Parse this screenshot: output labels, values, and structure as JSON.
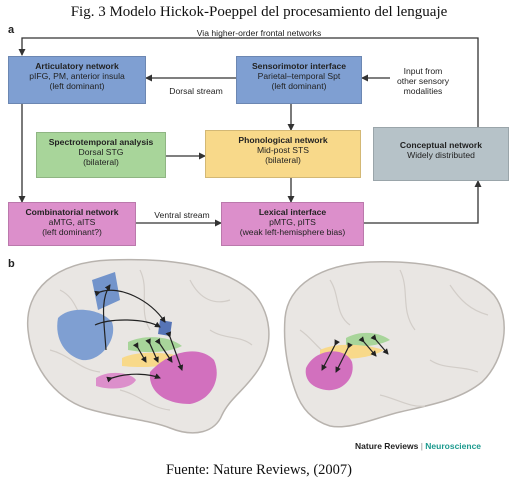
{
  "caption": {
    "title": "Fig. 3 Modelo Hickok-Poeppel del procesamiento del lenguaje",
    "source": "Fuente: Nature Reviews, (2007)"
  },
  "panel_a": {
    "letter": "a",
    "top_label": "Via higher-order frontal networks",
    "dorsal_label": "Dorsal stream",
    "ventral_label": "Ventral stream",
    "input_note": [
      "Input from",
      "other sensory",
      "modalities"
    ],
    "boxes": {
      "articulatory": {
        "title": "Articulatory network",
        "lines": [
          "pIFG, PM, anterior insula",
          "(left dominant)"
        ],
        "color": "#7f9fd2"
      },
      "sensorimotor": {
        "title": "Sensorimotor interface",
        "lines": [
          "Parietal–temporal Spt",
          "(left dominant)"
        ],
        "color": "#7f9fd2"
      },
      "spectrotemporal": {
        "title": "Spectrotemporal analysis",
        "lines": [
          "Dorsal STG",
          "(bilateral)"
        ],
        "color": "#a8d59a"
      },
      "phonological": {
        "title": "Phonological network",
        "lines": [
          "Mid-post STS",
          "(bilateral)"
        ],
        "color": "#f8d98a"
      },
      "conceptual": {
        "title": "Conceptual network",
        "lines": [
          "Widely distributed"
        ],
        "color": "#b6c2c8"
      },
      "combinatorial": {
        "title": "Combinatorial network",
        "lines": [
          "aMTG, aITS",
          "(left dominant?)"
        ],
        "color": "#dc8fcb"
      },
      "lexical": {
        "title": "Lexical interface",
        "lines": [
          "pMTG, pITS",
          "(weak left-hemisphere bias)"
        ],
        "color": "#dc8fcb"
      }
    }
  },
  "panel_b": {
    "letter": "b",
    "brand_main": "Nature Reviews",
    "brand_separator": "|",
    "brand_sub": "Neuroscience"
  }
}
